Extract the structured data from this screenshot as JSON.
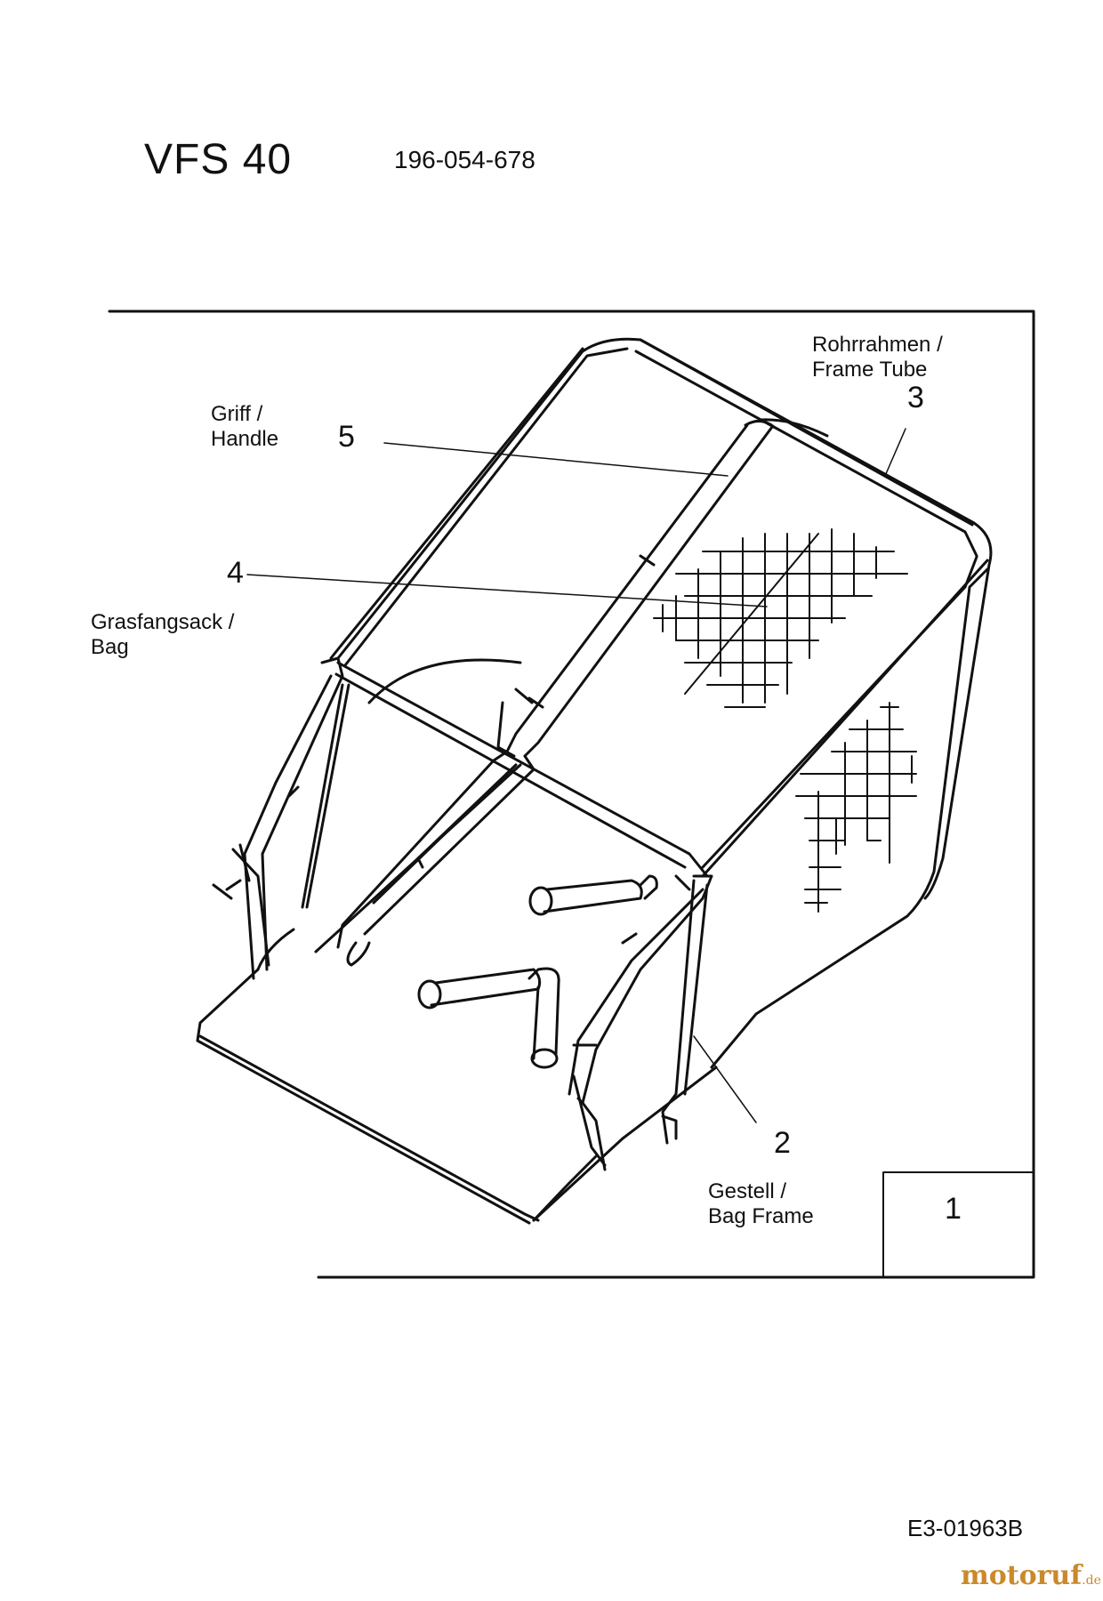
{
  "header": {
    "model": "VFS 40",
    "part_number": "196-054-678"
  },
  "labels": {
    "handle": {
      "de": "Griff /",
      "en": "Handle",
      "number": "5"
    },
    "bag": {
      "de": "Grasfangsack /",
      "en": "Bag",
      "number": "4"
    },
    "frame_tube": {
      "de": "Rohrrahmen /",
      "en": "Frame Tube",
      "number": "3"
    },
    "bag_frame": {
      "de": "Gestell /",
      "en": "Bag Frame",
      "number": "2"
    }
  },
  "figure_box_number": "1",
  "footer": {
    "document_ref": "E3-01963B",
    "logo_text": "motoruf",
    "logo_tld": ".de"
  }
}
